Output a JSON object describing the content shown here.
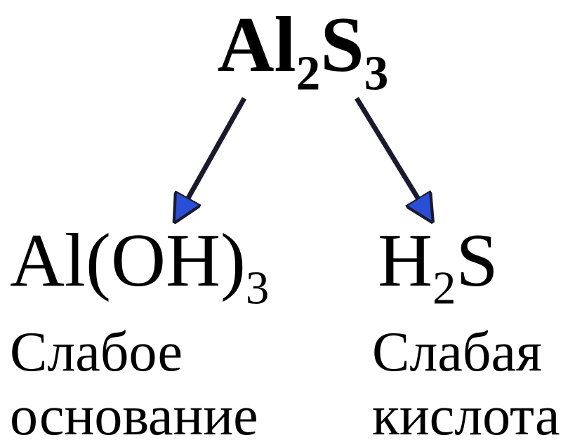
{
  "reactant": {
    "elements": [
      "Al",
      "S"
    ],
    "subscripts": [
      "2",
      "3"
    ]
  },
  "products": {
    "base": {
      "formula_main": "Al(OH)",
      "subscript": "3",
      "label_line1": "Слабое",
      "label_line2": "основание"
    },
    "acid": {
      "element1": "H",
      "subscript": "2",
      "element2": "S",
      "label_line1": "Слабая",
      "label_line2": "кислота"
    }
  },
  "colors": {
    "arrow_shaft": "#1a1a2e",
    "arrow_head": "#2a4fd6",
    "text": "#000000"
  }
}
